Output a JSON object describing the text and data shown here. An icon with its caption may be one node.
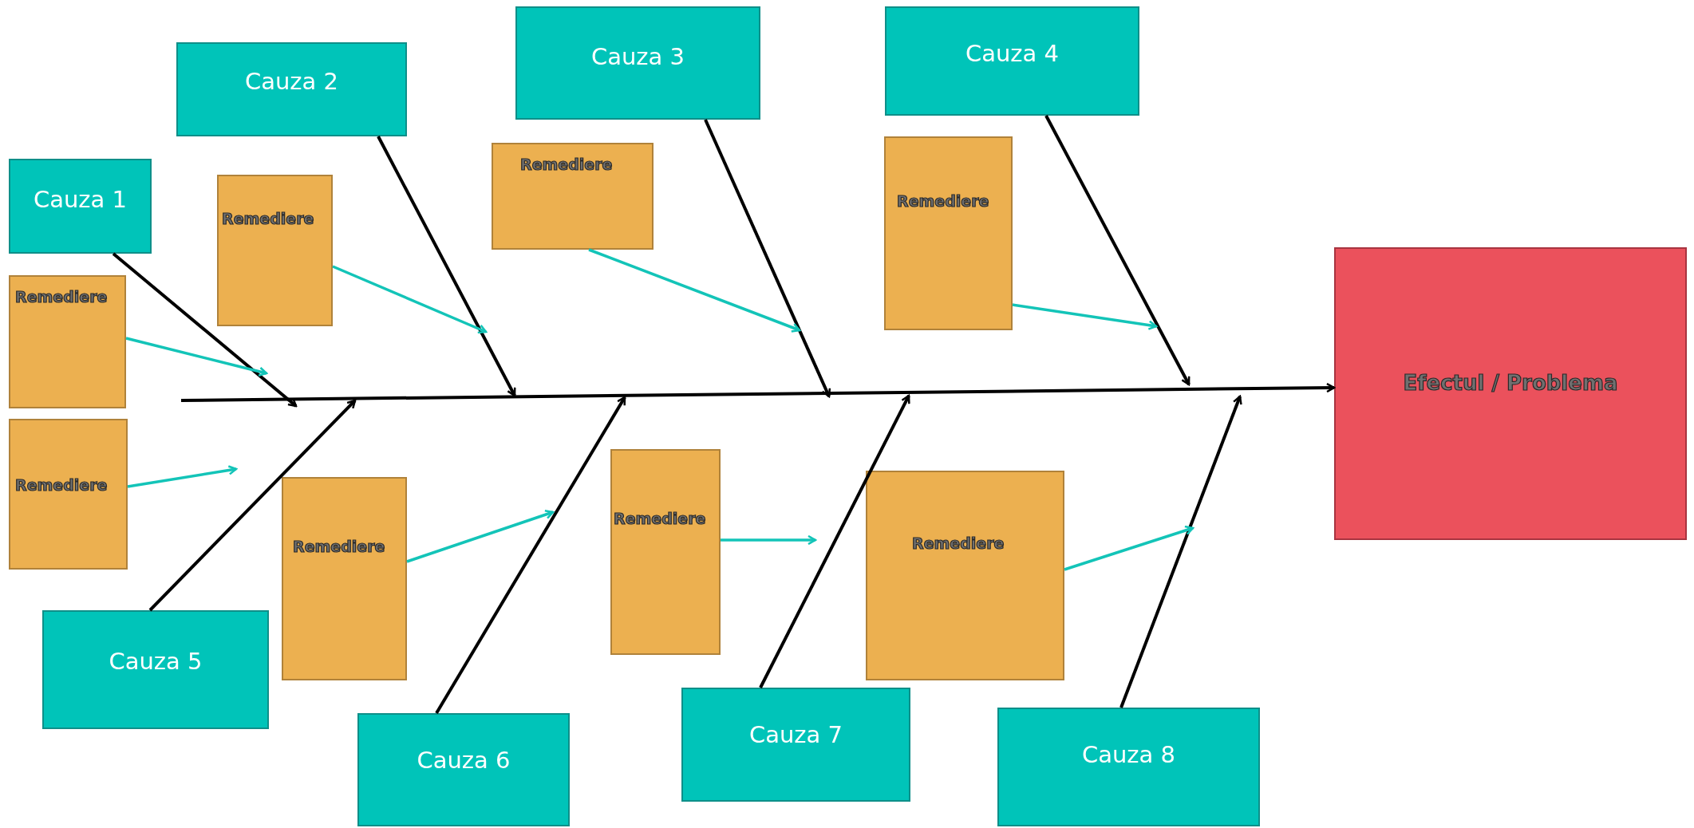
{
  "diagram": {
    "nodes": [
      {
        "text": [
          "Cauza 1"
        ]
      },
      {
        "text": [
          "Cauza 2"
        ]
      },
      {
        "text": [
          "Cauza 3"
        ]
      },
      {
        "text": [
          "Cauza 4"
        ]
      },
      {
        "text": [
          "Cauza 5"
        ]
      },
      {
        "text": [
          "Cauza 6"
        ]
      },
      {
        "text": [
          "Cauza 7"
        ]
      },
      {
        "text": [
          "Cauza 8"
        ]
      },
      {
        "text": [
          "Efectul / Problema"
        ]
      },
      {
        "text": [
          "Remediere"
        ]
      },
      {
        "text": [
          "Remediere"
        ]
      },
      {
        "text": [
          "Remediere"
        ]
      },
      {
        "text": [
          "Remediere"
        ]
      },
      {
        "text": [
          "Remediere"
        ]
      },
      {
        "text": [
          "Remediere"
        ]
      },
      {
        "text": [
          "Remediere"
        ]
      },
      {
        "text": [
          "Remediere"
        ]
      }
    ],
    "edges": [
      {
        "from": 0,
        "to": null,
        "arrow": "to"
      },
      {
        "from": 1,
        "to": null,
        "arrow": "to"
      },
      {
        "from": 2,
        "to": null,
        "arrow": "to"
      },
      {
        "from": 3,
        "to": null,
        "arrow": "to"
      },
      {
        "from": 4,
        "to": null,
        "arrow": "to"
      },
      {
        "from": 5,
        "to": null,
        "arrow": "to"
      },
      {
        "from": 6,
        "to": null,
        "arrow": "to"
      },
      {
        "from": 7,
        "to": null,
        "arrow": "to"
      },
      {
        "from": null,
        "to": 8,
        "arrow": "to"
      },
      {
        "from": 9,
        "to": null,
        "arrow": "to",
        "color": "#13c4b8"
      },
      {
        "from": 10,
        "to": null,
        "arrow": "to",
        "color": "#13c4b8"
      },
      {
        "from": 11,
        "to": null,
        "arrow": "to",
        "color": "#13c4b8"
      },
      {
        "from": 12,
        "to": null,
        "arrow": "to",
        "color": "#13c4b8"
      },
      {
        "from": 13,
        "to": null,
        "arrow": "to",
        "color": "#13c4b8"
      },
      {
        "from": 14,
        "to": null,
        "arrow": "to",
        "color": "#13c4b8"
      },
      {
        "from": 15,
        "to": null,
        "arrow": "to",
        "color": "#13c4b8"
      },
      {
        "from": 16,
        "to": null,
        "arrow": "to",
        "color": "#13c4b8"
      }
    ]
  }
}
